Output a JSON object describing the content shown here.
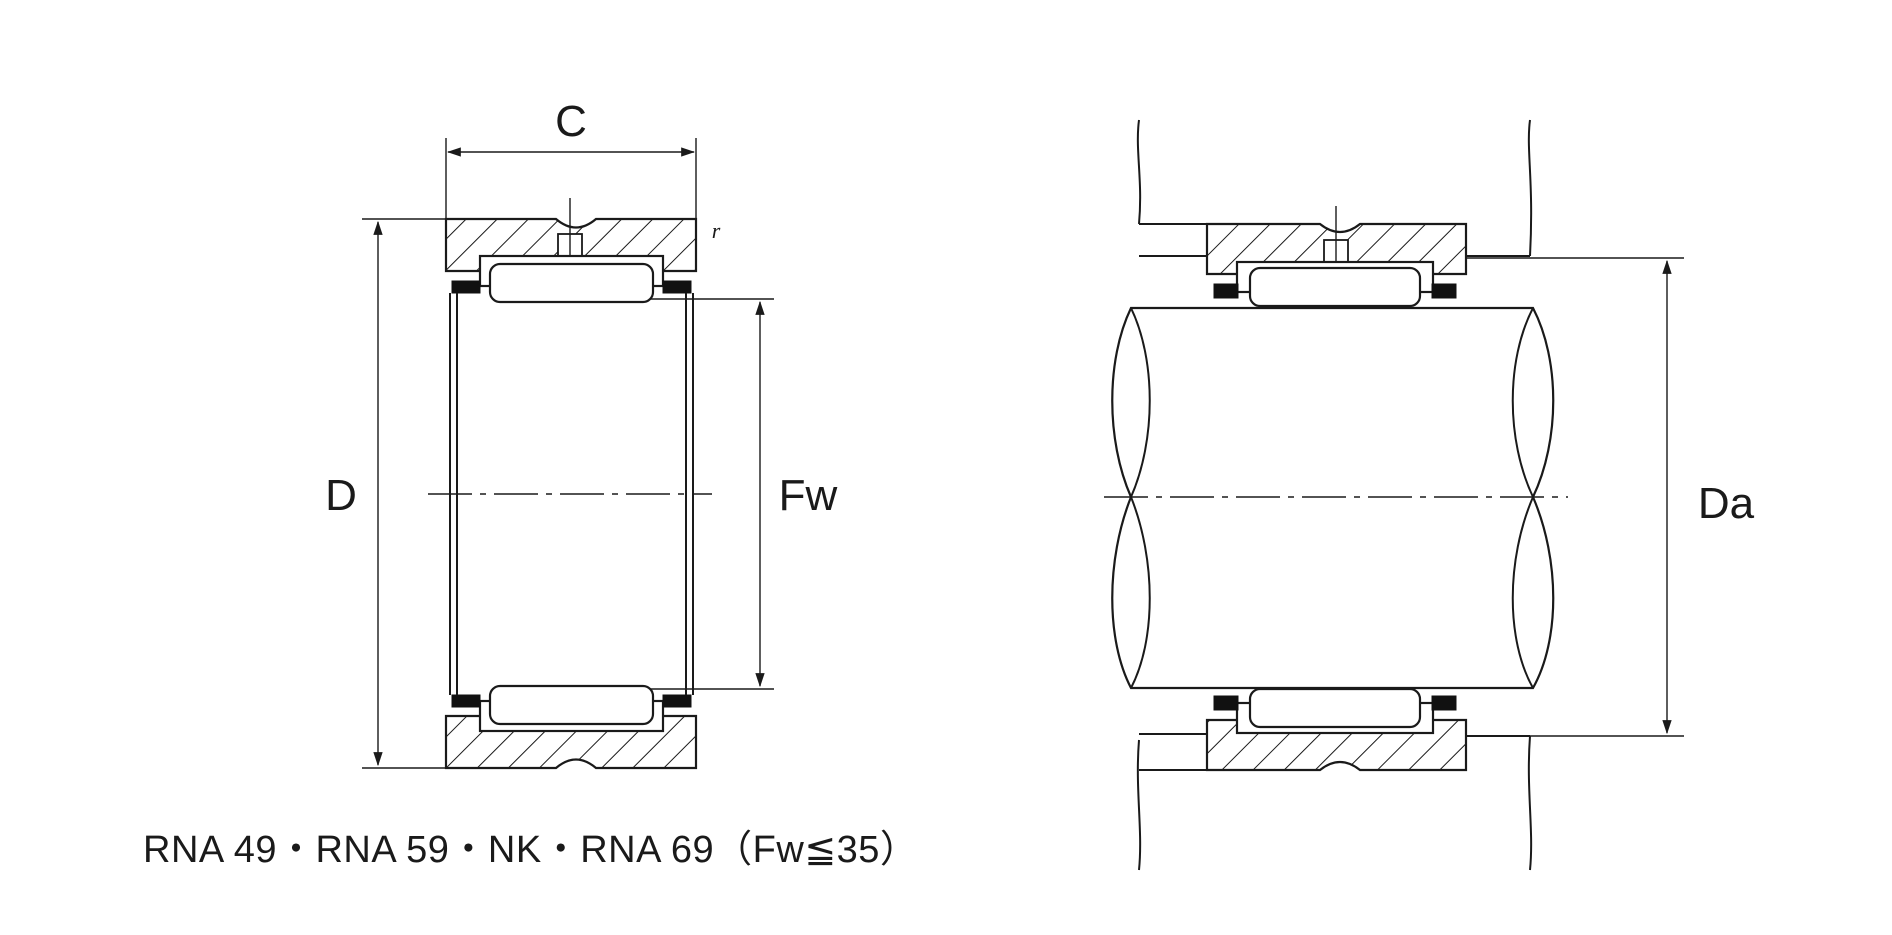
{
  "labels": {
    "width": "C",
    "outer_diameter": "D",
    "roller_set_bore": "Fw",
    "housing_shoulder": "Da",
    "chamfer": "r"
  },
  "caption": "RNA 49・RNA 59・NK・RNA 69（Fw≦35）"
}
